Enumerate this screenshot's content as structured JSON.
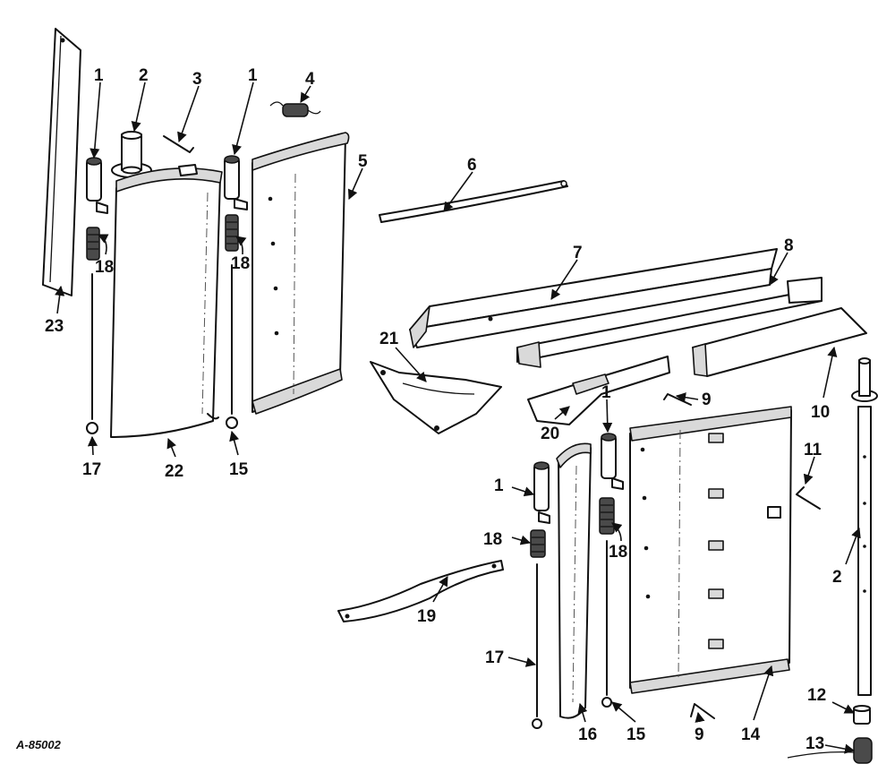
{
  "diagram": {
    "drawing_number": "A-85002",
    "callouts": {
      "c1a": "1",
      "c2a": "2",
      "c3": "3",
      "c1b": "1",
      "c4": "4",
      "c5": "5",
      "c6": "6",
      "c18a": "18",
      "c18b": "18",
      "c23": "23",
      "c17a": "17",
      "c22": "22",
      "c15a": "15",
      "c7": "7",
      "c8": "8",
      "c21": "21",
      "c10": "10",
      "c9a": "9",
      "c20": "20",
      "c11": "11",
      "c1c": "1",
      "c1d": "1",
      "c18c": "18",
      "c18d": "18",
      "c2b": "2",
      "c19": "19",
      "c17b": "17",
      "c12": "12",
      "c16": "16",
      "c15b": "15",
      "c9b": "9",
      "c14": "14",
      "c13": "13"
    }
  }
}
